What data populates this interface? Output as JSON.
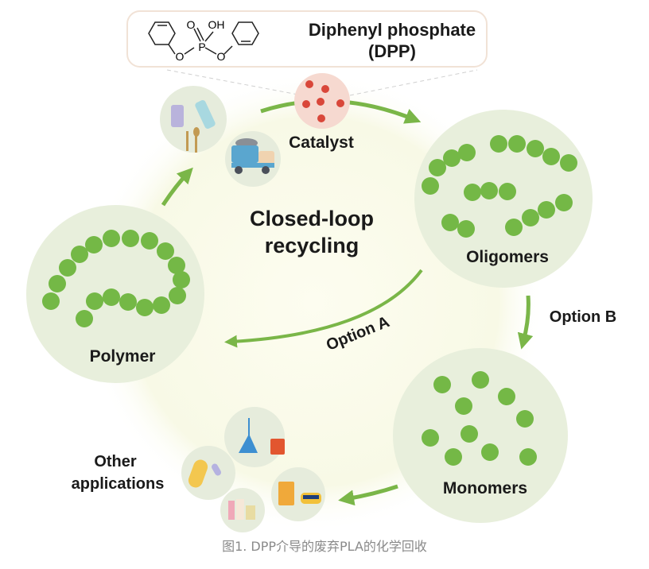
{
  "header": {
    "compound_name": "Diphenyl phosphate",
    "compound_abbr": "(DPP)",
    "structure_labels": {
      "oxo": "O",
      "hydroxyl": "OH",
      "phosphorus": "P",
      "ester_o_left": "O",
      "ester_o_right": "O"
    }
  },
  "center": {
    "title_line1": "Closed-loop",
    "title_line2": "recycling"
  },
  "nodes": {
    "catalyst": "Catalyst",
    "oligomers": "Oligomers",
    "monomers": "Monomers",
    "polymer": "Polymer",
    "other_line1": "Other",
    "other_line2": "applications"
  },
  "routes": {
    "option_a": "Option A",
    "option_b": "Option B"
  },
  "icons": {
    "waste": [
      "plastic-bag-icon",
      "bottle-icon",
      "fork-icon",
      "spoon-icon"
    ],
    "transport": [
      "garbage-truck-icon"
    ],
    "applications": [
      "flask-icon",
      "beaker-icon",
      "capsule-icon",
      "cosmetics-icon",
      "cup-icon",
      "tin-can-icon"
    ]
  },
  "colors": {
    "green_bead": "#74b846",
    "green_arrow": "#7ab648",
    "node_bg": "#e8efdc",
    "center_bg": "#fbfbea",
    "catalyst_bg": "#f6d9d0",
    "catalyst_dot": "#d9473a"
  },
  "caption": "图1. DPP介导的废弃PLA的化学回收"
}
